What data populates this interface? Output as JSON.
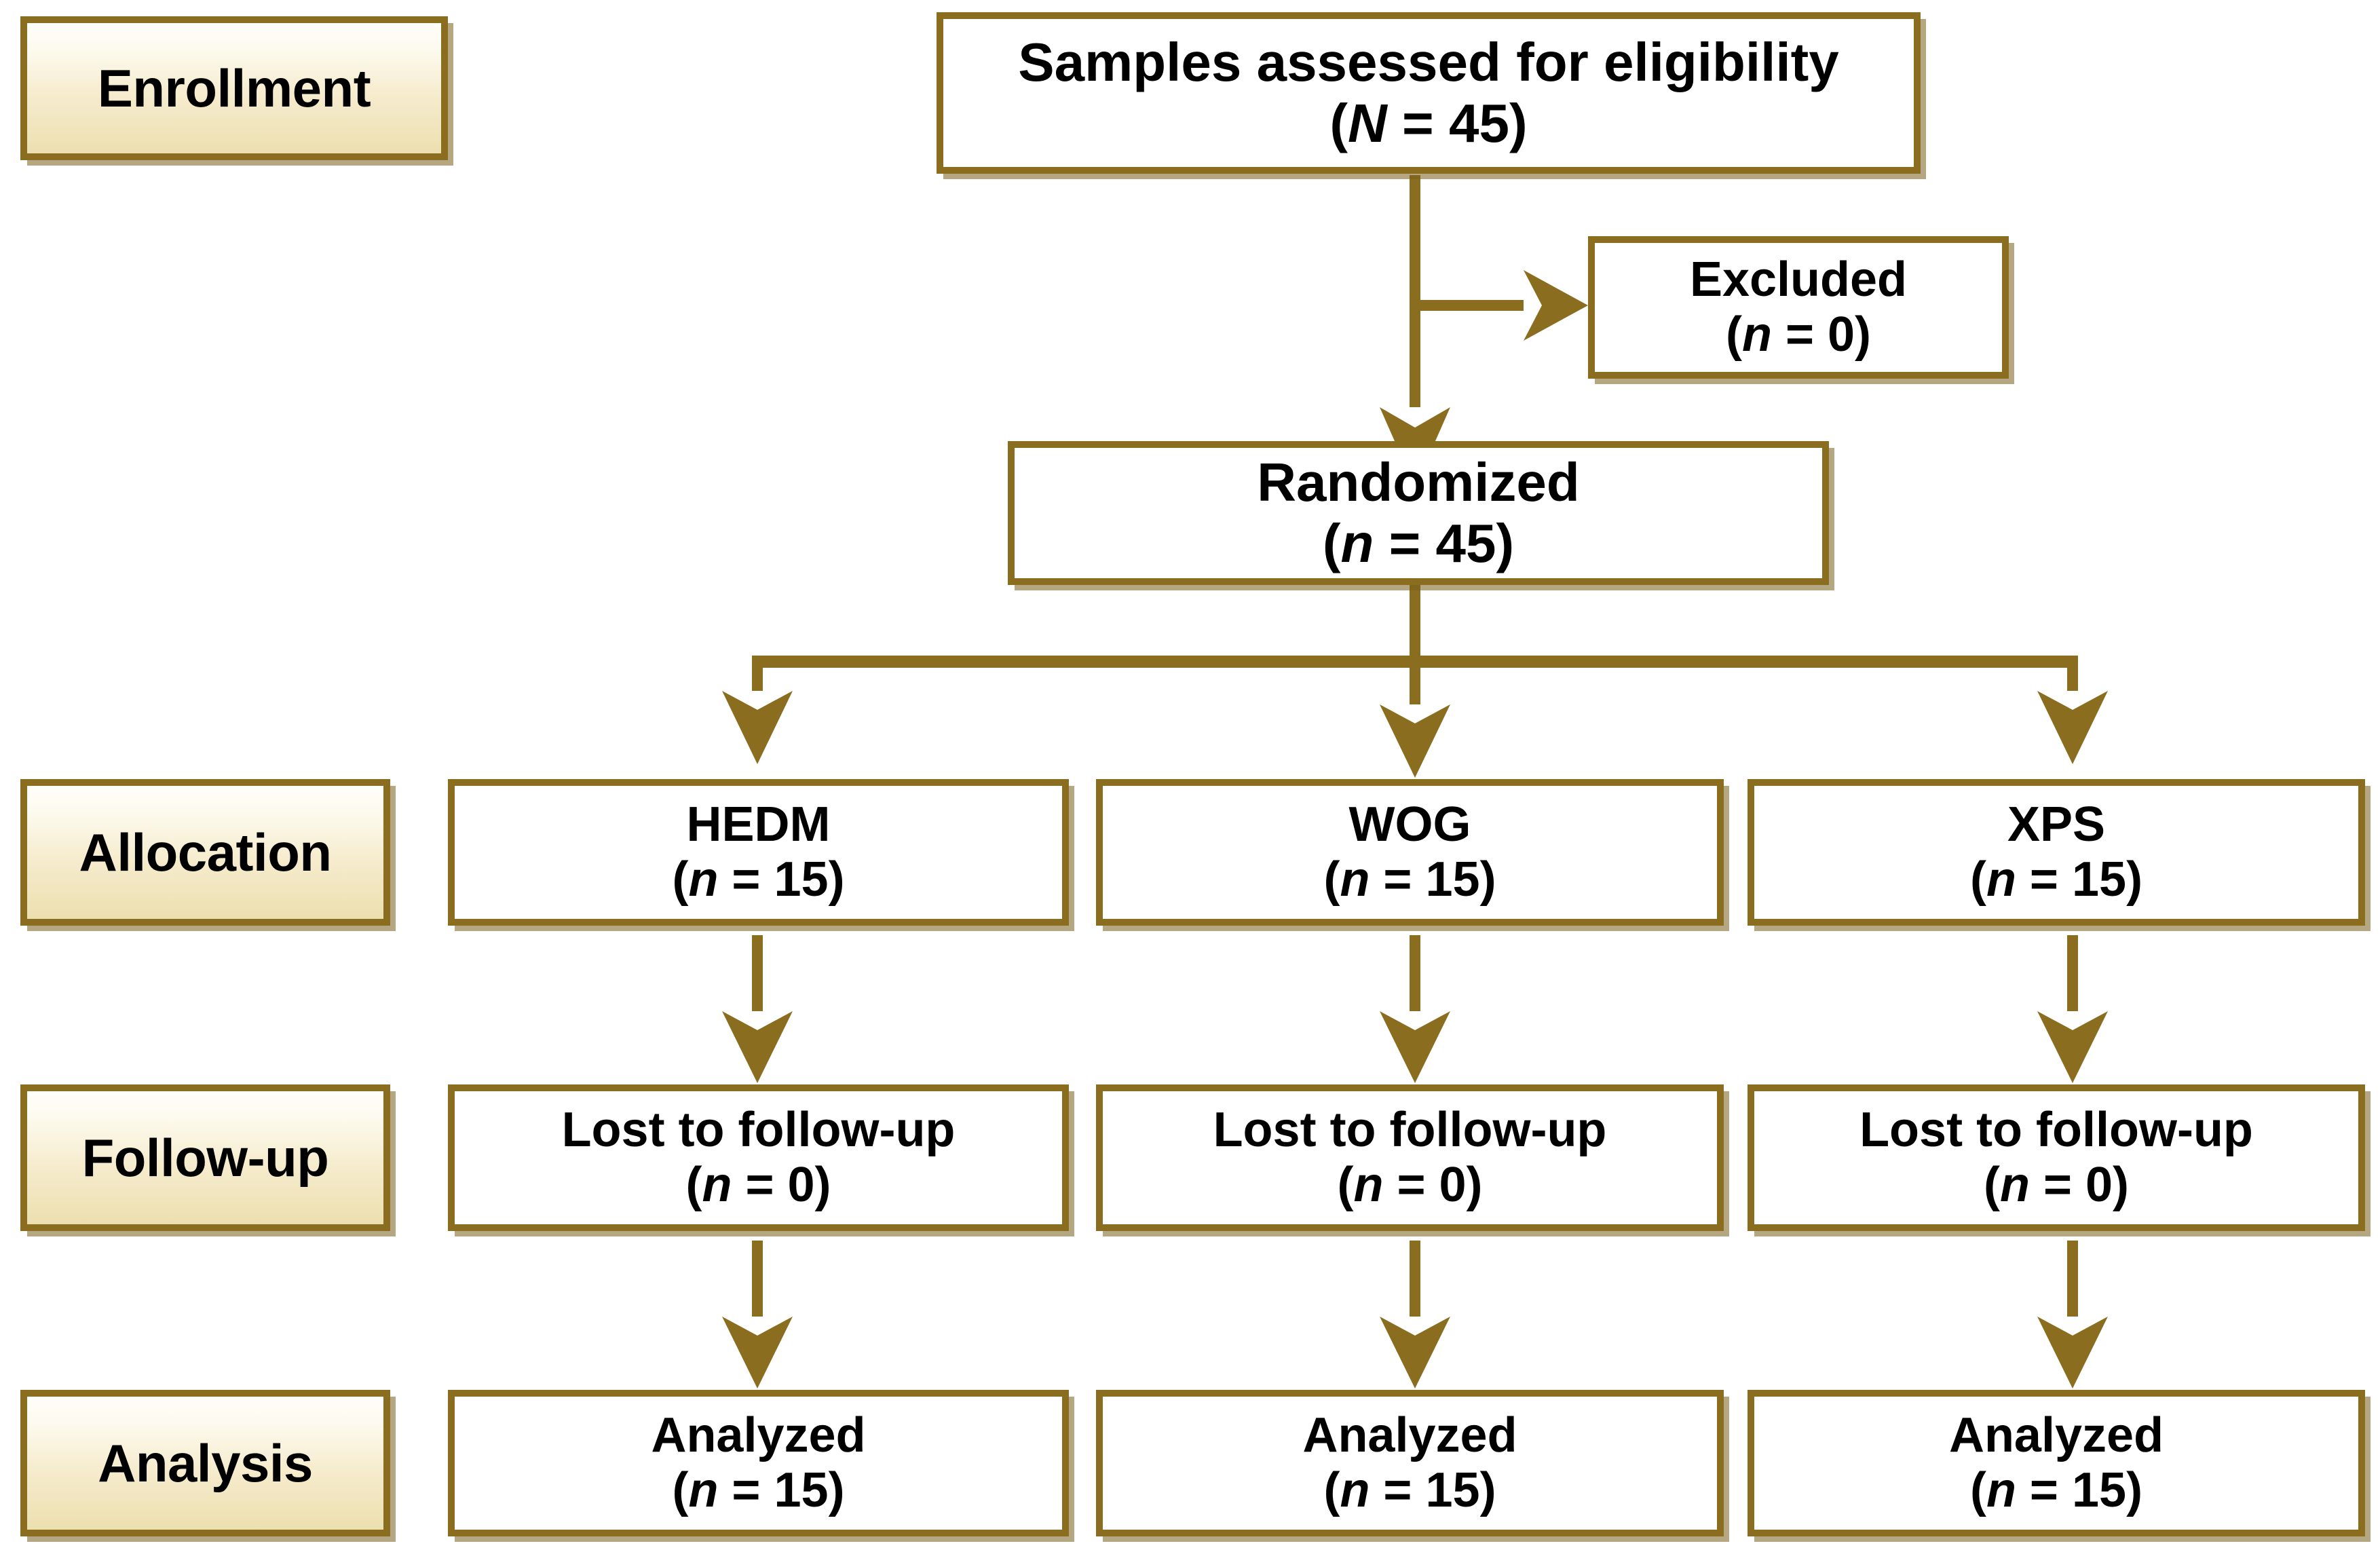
{
  "diagram": {
    "type": "consort-flow-diagram",
    "accent_color": "#8a6d1f",
    "label_gradient_top": "#fefdf8",
    "label_gradient_bottom": "#ecdfaf",
    "box_fill": "#ffffff",
    "text_color": "#000000"
  },
  "stages": [
    {
      "key": "enrollment",
      "label": "Enrollment"
    },
    {
      "key": "allocation",
      "label": "Allocation"
    },
    {
      "key": "followup",
      "label": "Follow-up"
    },
    {
      "key": "analysis",
      "label": "Analysis"
    }
  ],
  "nodes": {
    "assessed": {
      "line1": "Samples assessed for eligibility",
      "line2_prefix": "(",
      "line2_symbol": "N",
      "line2_suffix": " = 45)"
    },
    "excluded": {
      "line1": "Excluded",
      "line2_prefix": "(",
      "line2_symbol": "n",
      "line2_suffix": " = 0)"
    },
    "randomized": {
      "line1": "Randomized",
      "line2_prefix": "(",
      "line2_symbol": "n",
      "line2_suffix": " = 45)"
    }
  },
  "arms": [
    {
      "key": "hedm",
      "allocation": {
        "line1": "HEDM",
        "line2_prefix": "(",
        "line2_symbol": "n",
        "line2_suffix": " = 15)"
      },
      "followup": {
        "line1": "Lost to follow-up",
        "line2_prefix": "(",
        "line2_symbol": "n",
        "line2_suffix": " = 0)"
      },
      "analysis": {
        "line1": "Analyzed",
        "line2_prefix": "(",
        "line2_symbol": "n",
        "line2_suffix": " = 15)"
      }
    },
    {
      "key": "wog",
      "allocation": {
        "line1": "WOG",
        "line2_prefix": "(",
        "line2_symbol": "n",
        "line2_suffix": " = 15)"
      },
      "followup": {
        "line1": "Lost to follow-up",
        "line2_prefix": "(",
        "line2_symbol": "n",
        "line2_suffix": " = 0)"
      },
      "analysis": {
        "line1": "Analyzed",
        "line2_prefix": "(",
        "line2_symbol": "n",
        "line2_suffix": " = 15)"
      }
    },
    {
      "key": "xps",
      "allocation": {
        "line1": "XPS",
        "line2_prefix": "(",
        "line2_symbol": "n",
        "line2_suffix": " = 15)"
      },
      "followup": {
        "line1": "Lost to follow-up",
        "line2_prefix": "(",
        "line2_symbol": "n",
        "line2_suffix": " = 0)"
      },
      "analysis": {
        "line1": "Analyzed",
        "line2_prefix": "(",
        "line2_symbol": "n",
        "line2_suffix": " = 15)"
      }
    }
  ],
  "counts": {
    "assessed_N": 45,
    "excluded_n": 0,
    "randomized_n": 45,
    "hedm_n": 15,
    "wog_n": 15,
    "xps_n": 15,
    "lost_to_followup_n": 0,
    "analyzed_n": 15
  }
}
